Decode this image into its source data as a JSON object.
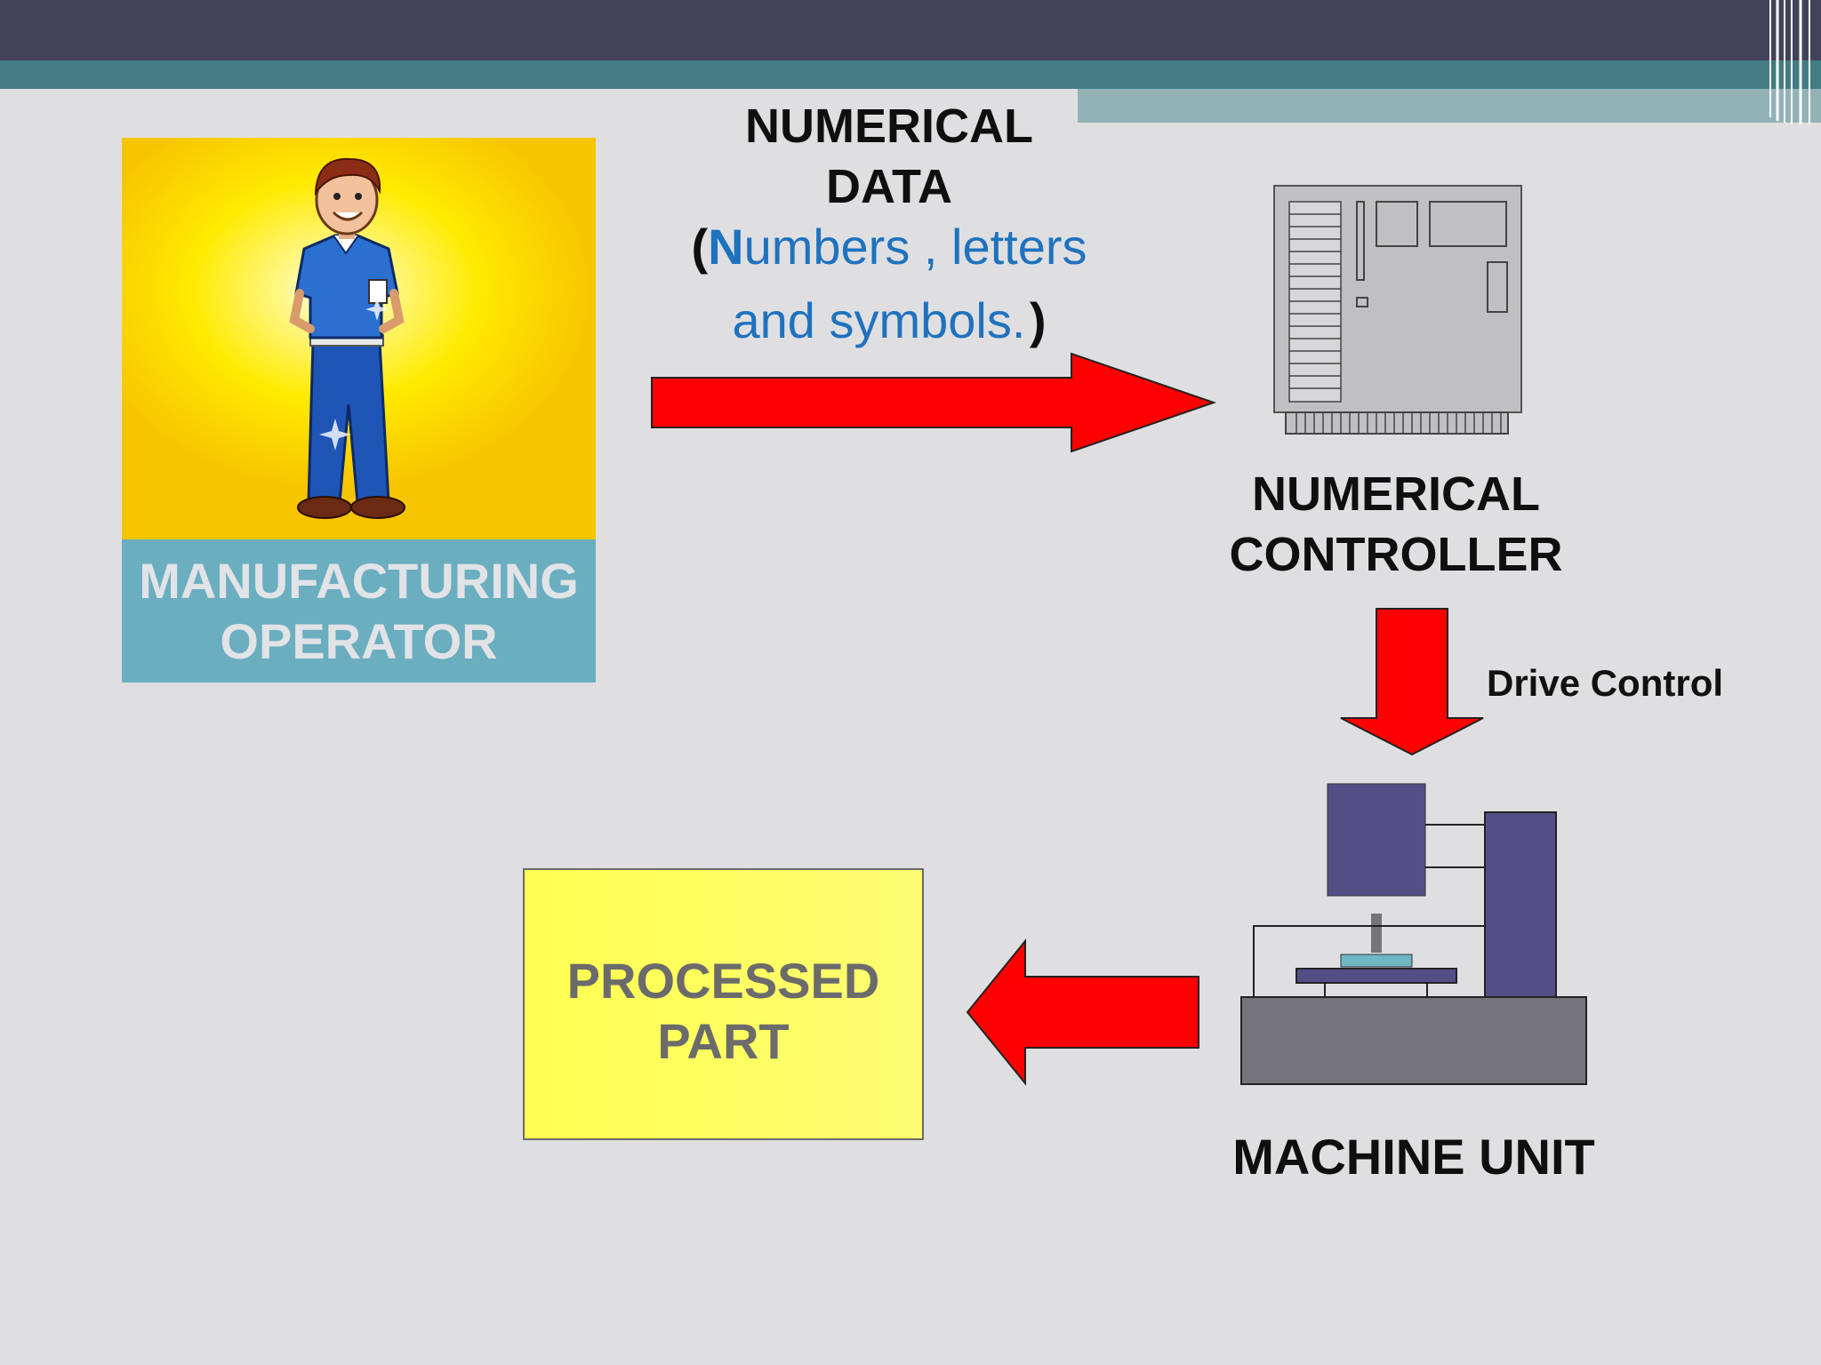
{
  "slide": {
    "colors": {
      "header_dark": "#434259",
      "header_teal": "#437c83",
      "header_light": "#93b2b6",
      "background": "#dfdfe1",
      "arrow_red": "#ff0000",
      "operator_label_bg": "#6aaec0",
      "processed_part_bg": "#ffff66",
      "machine_blue": "#524f87",
      "machine_base": "#757478",
      "text_blue": "#1f72be"
    }
  },
  "operator": {
    "label_line1": "MANUFACTURING",
    "label_line2": "OPERATOR",
    "icon": "operator-person-icon"
  },
  "numerical_data": {
    "line1": "NUMERICAL",
    "line2": "DATA",
    "open_paren": "(",
    "highlight_letter": "N",
    "line3_rest": "umbers , letters",
    "line4": "and symbols.",
    "close_paren": ")"
  },
  "controller": {
    "label_line1": "NUMERICAL",
    "label_line2": "CONTROLLER",
    "icon": "circuit-board-icon"
  },
  "drive_control": {
    "label": "Drive Control"
  },
  "machine": {
    "label": "MACHINE UNIT",
    "icon": "machine-tool-icon"
  },
  "processed_part": {
    "label_line1": "PROCESSED",
    "label_line2": "PART"
  }
}
